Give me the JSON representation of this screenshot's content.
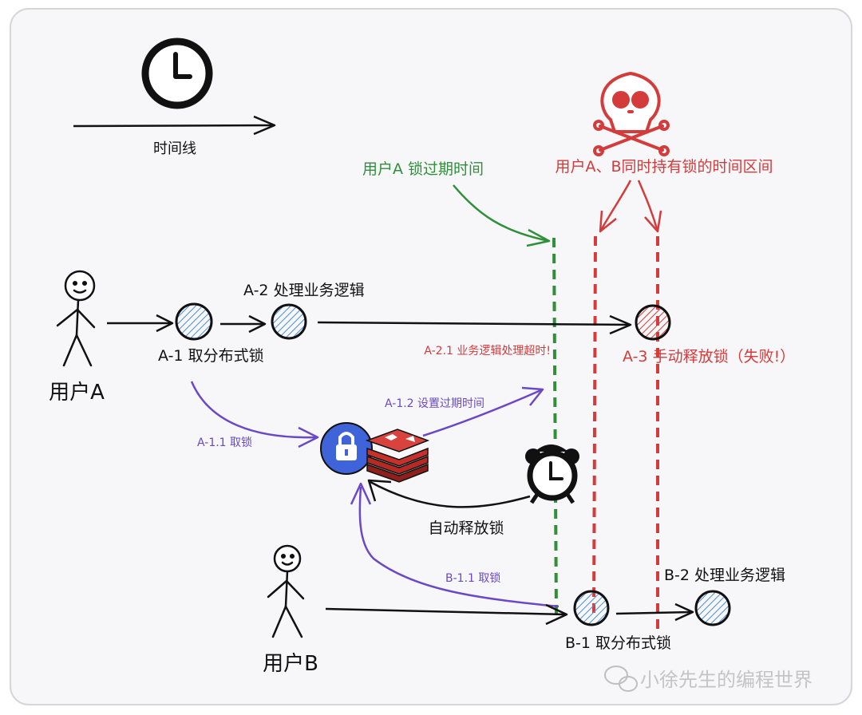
{
  "labels": {
    "timeline": "时间线",
    "user_a": "用户A",
    "user_b": "用户B",
    "a_lock_expire": "用户A 锁过期时间",
    "both_hold": "用户A、B同时持有锁的时间区间",
    "a2": "A-2 处理业务逻辑",
    "a1": "A-1 取分布式锁",
    "a21_timeout": "A-2.1 业务逻辑处理超时!",
    "a3": "A-3 手动释放锁（失败!）",
    "a11": "A-1.1 取锁",
    "a12": "A-1.2 设置过期时间",
    "auto_release": "自动释放锁",
    "b11": "B-1.1 取锁",
    "b2": "B-2 处理业务逻辑",
    "b1": "B-1 取分布式锁",
    "watermark": "小徐先生的编程世界"
  },
  "colors": {
    "black": "#111111",
    "green": "#2f8f3a",
    "red": "#d43b3b",
    "purple": "#6a48c7",
    "blue_hatch": "#4a8fd6",
    "lock_blue": "#3f63d9",
    "redis_red": "#c8312b"
  },
  "icons": [
    "clock-icon",
    "skull-icon",
    "stick-figure-icon",
    "lock-icon",
    "redis-icon",
    "alarm-clock-icon",
    "wechat-icon"
  ]
}
